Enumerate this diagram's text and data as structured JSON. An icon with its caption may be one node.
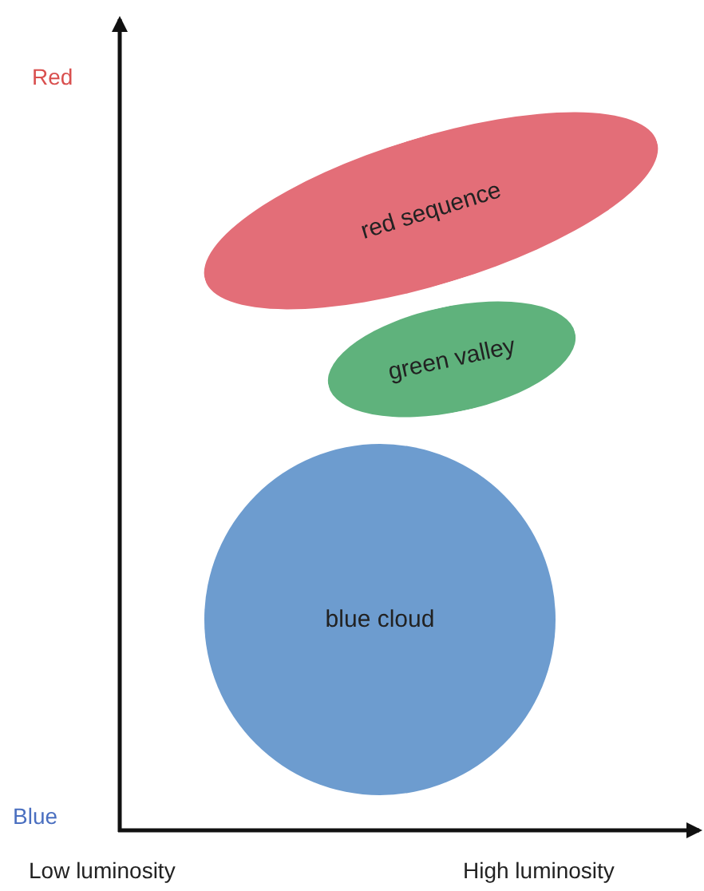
{
  "diagram": {
    "nodes": [
      {
        "text": [
          "red sequence"
        ]
      },
      {
        "text": [
          "green valley"
        ]
      },
      {
        "text": [
          "blue cloud"
        ]
      }
    ],
    "labels": [
      "Red",
      "Blue",
      "Low luminosity",
      "High luminosity"
    ]
  }
}
